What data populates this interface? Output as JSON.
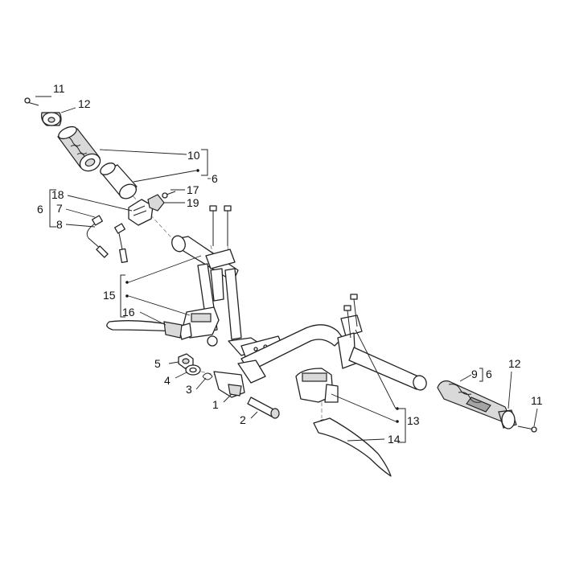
{
  "labels": {
    "p1": "1",
    "p2": "2",
    "p3": "3",
    "p4": "4",
    "p5": "5",
    "p6_top": "6",
    "p6_left": "6",
    "p6_right": "6",
    "p7": "7",
    "p8": "8",
    "p9": "9",
    "p10": "10",
    "p11_top": "11",
    "p11_right": "11",
    "p12_top": "12",
    "p12_right": "12",
    "p13": "13",
    "p14": "14",
    "p15": "15",
    "p16": "16",
    "p17": "17",
    "p18": "18",
    "p19": "19"
  },
  "colors": {
    "line": "#222222",
    "fill": "#ffffff",
    "shade": "#d9d9d9"
  }
}
